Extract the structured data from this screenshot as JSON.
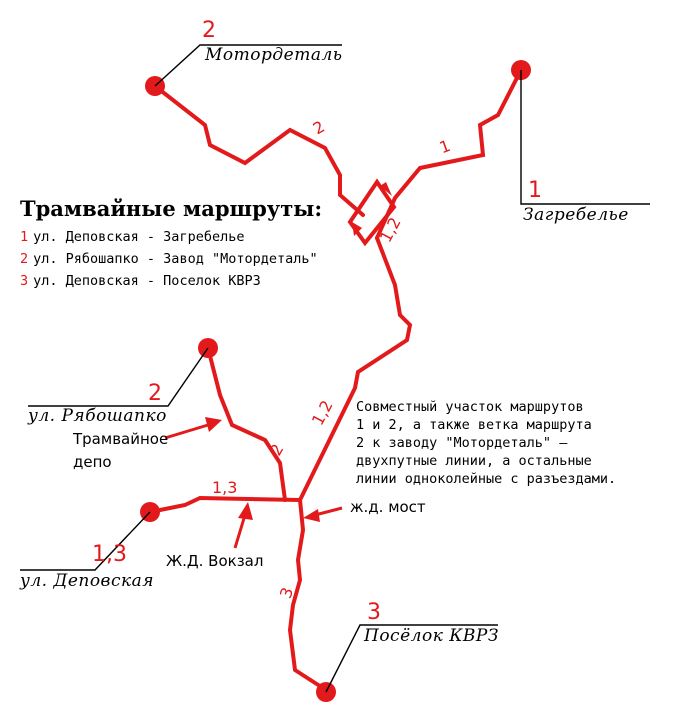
{
  "legend": {
    "title": "Трамвайные маршруты:",
    "routes": [
      {
        "number": "1",
        "text": "ул. Деповская - Загребелье"
      },
      {
        "number": "2",
        "text": "ул. Рябошапко - Завод \"Мотордеталь\""
      },
      {
        "number": "3",
        "text": "ул. Деповская - Поселок КВРЗ"
      }
    ]
  },
  "termini": {
    "motordetal": {
      "route": "2",
      "name": "Мотордеталь"
    },
    "zagrebelye": {
      "route": "1",
      "name": "Загребелье"
    },
    "ryaboshapko": {
      "route": "2",
      "name": "ул. Рябошапко"
    },
    "depovskaya": {
      "route": "1,3",
      "name": "ул. Деповская"
    },
    "kvrz": {
      "route": "3",
      "name": "Посёлок КВРЗ"
    }
  },
  "segment_labels": {
    "motordetal_branch": "2",
    "zagrebelye_branch": "1",
    "loop": "1,2",
    "trunk": "1,2",
    "ryaboshapko_branch": "2",
    "depovskaya_branch": "1,3",
    "kvrz_branch": "3"
  },
  "landmarks": {
    "depot_line1": "Трамвайное",
    "depot_line2": "депо",
    "station": "Ж.Д. Вокзал",
    "bridge": "ж.д. мост"
  },
  "note": [
    "Совместный участок маршрутов",
    "1 и 2, а также ветка маршрута",
    "2 к заводу \"Мотордеталь\" –",
    "двухпутные линии, а остальные",
    "линии одноколейные с разъездами."
  ],
  "colors": {
    "route": "#e31a1c",
    "text": "#000000",
    "background": "#ffffff"
  }
}
